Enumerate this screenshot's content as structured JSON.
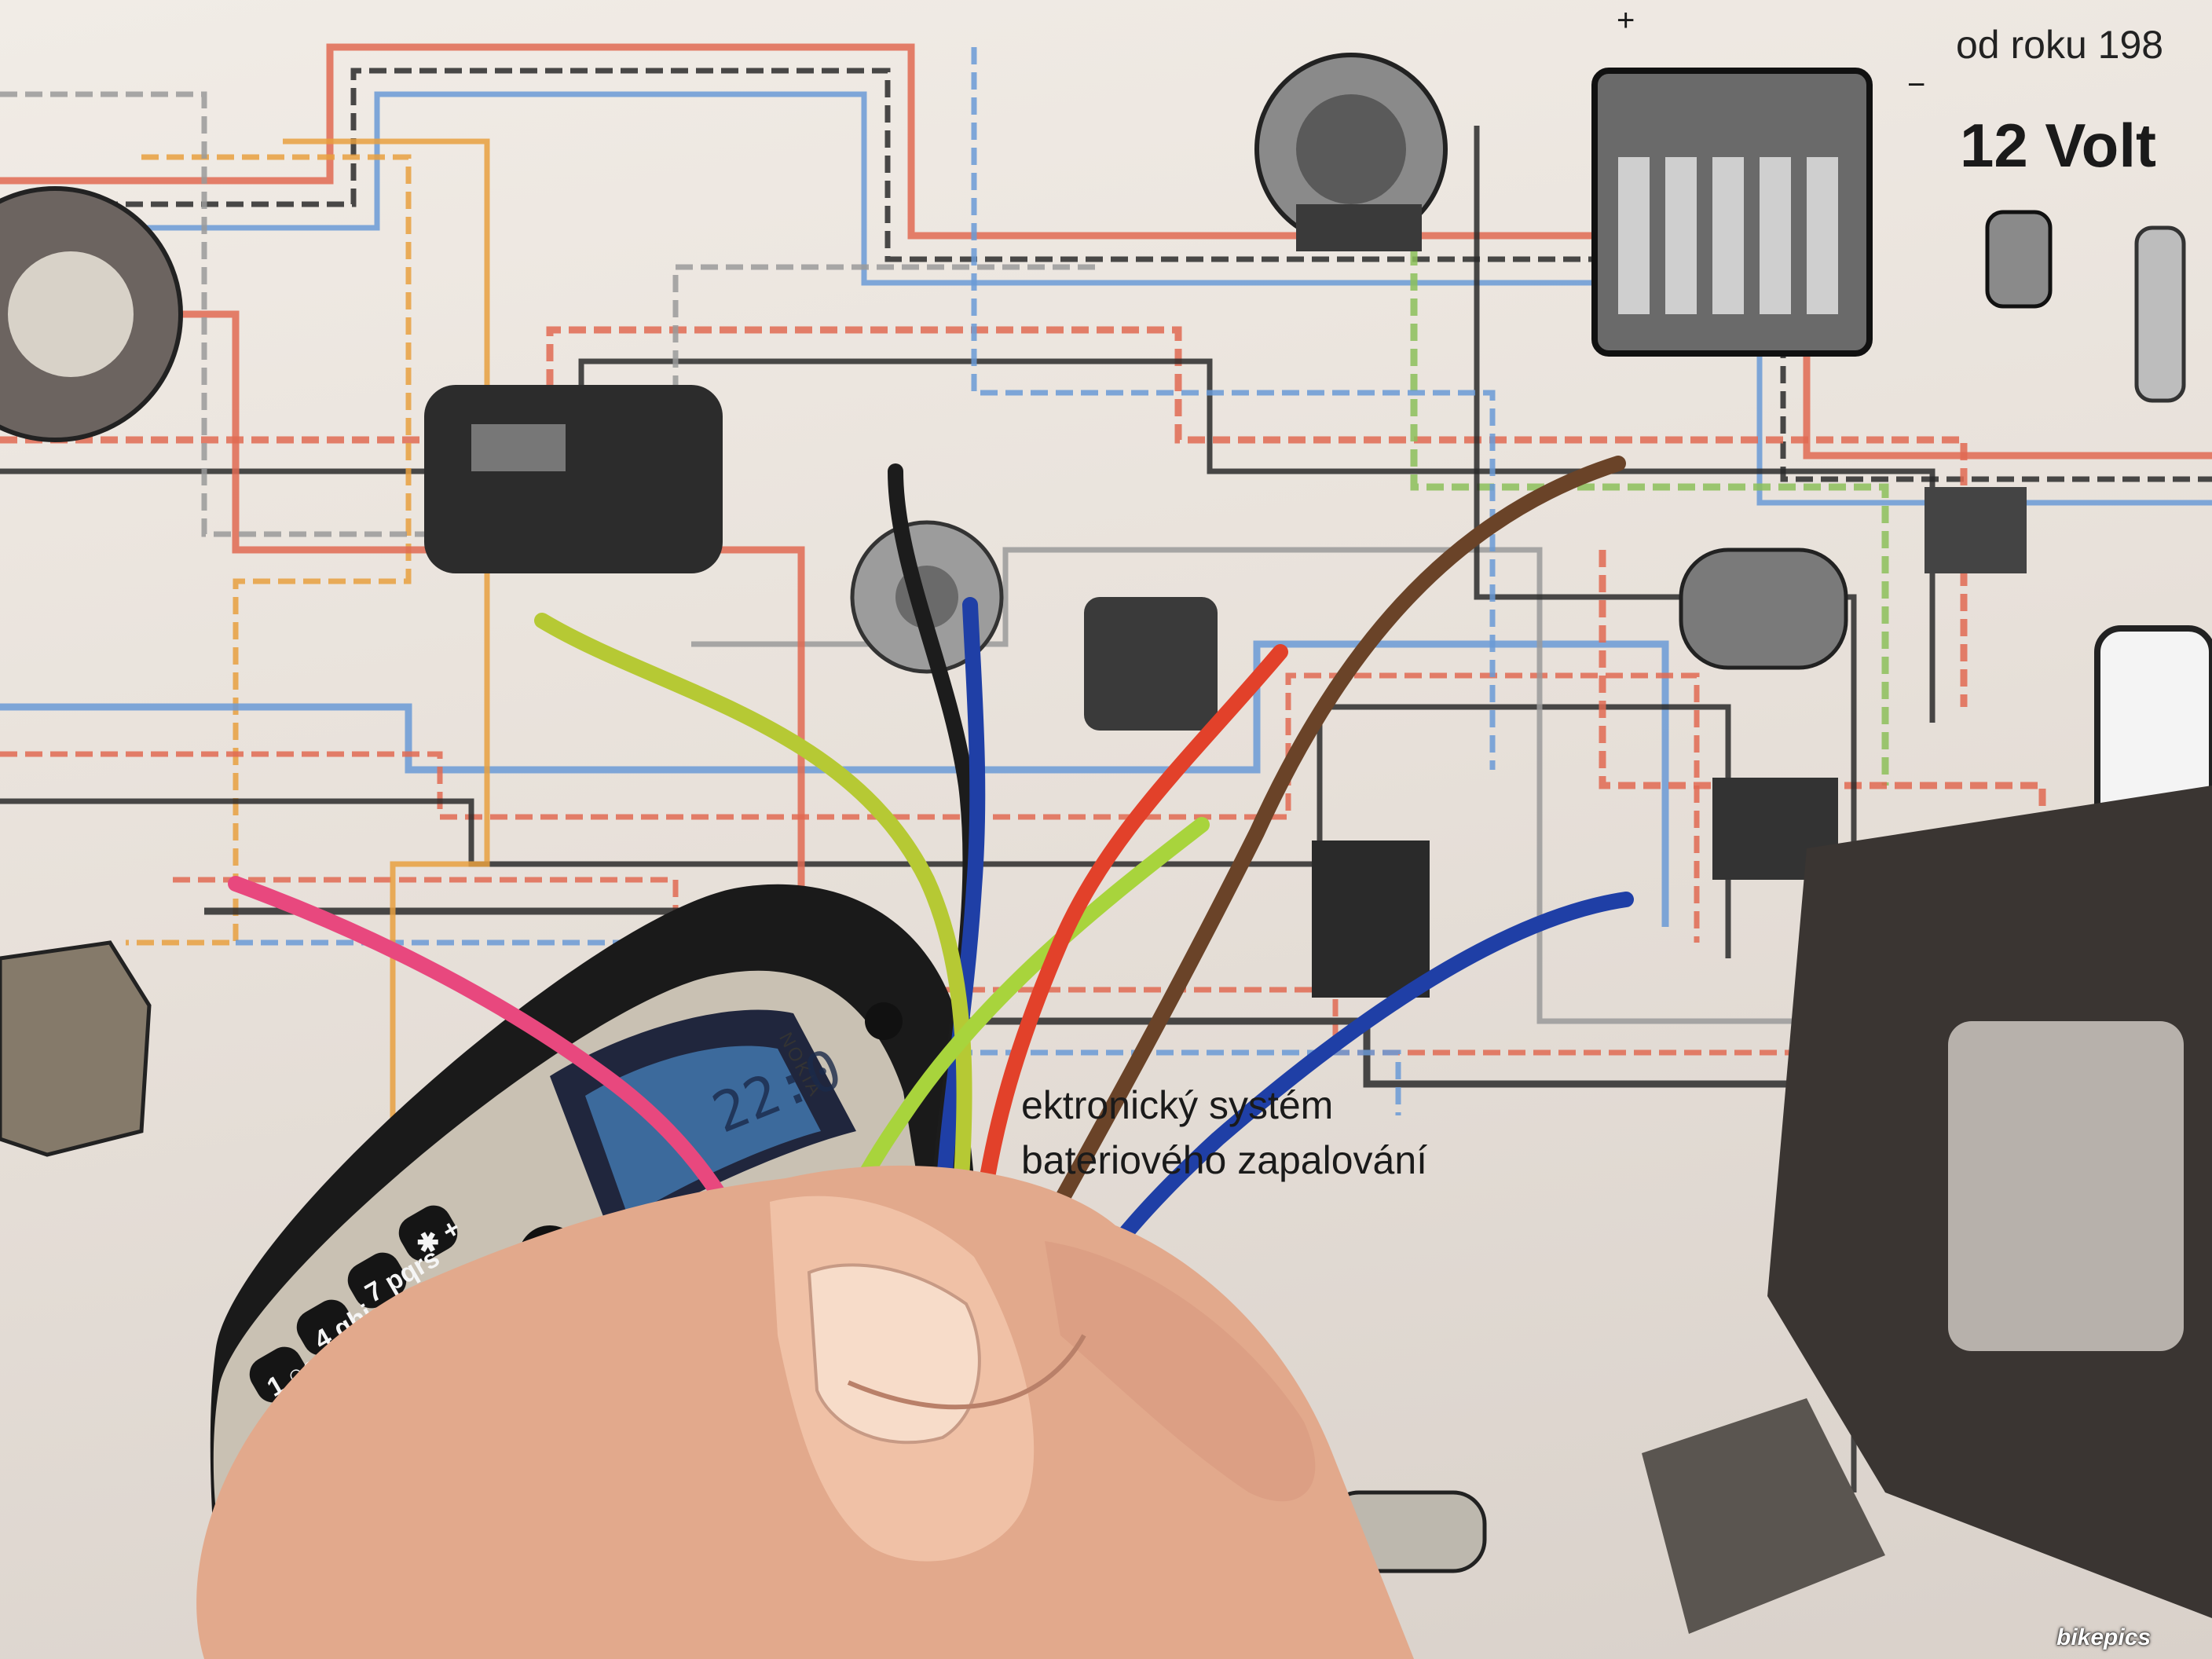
{
  "poster": {
    "year_line": "od roku 198",
    "voltage": "12 Volt",
    "caption_line1": "ektronický systém",
    "caption_line2": "bateriového zapalování",
    "battery_plus": "+",
    "battery_minus": "−"
  },
  "phone": {
    "brand": "NOKIA",
    "display_text": "22:0",
    "keys": [
      "1 ○○",
      "4 ghi",
      "7 pqrs",
      "✱ +"
    ]
  },
  "watermark": "bikepics",
  "wire_colors": {
    "pink": "#e8487e",
    "yellow_green": "#b6c934",
    "black": "#1c1c1c",
    "blue": "#1f3fa6",
    "red": "#e2412a",
    "green": "#a8d43c",
    "brown": "#6a4328"
  },
  "diagram_colors": {
    "red": "#e06a52",
    "black": "#2a2a2a",
    "blue": "#6a9ad6",
    "orange": "#e8a040",
    "green": "#8cc05a",
    "grey": "#9a9a9a"
  }
}
